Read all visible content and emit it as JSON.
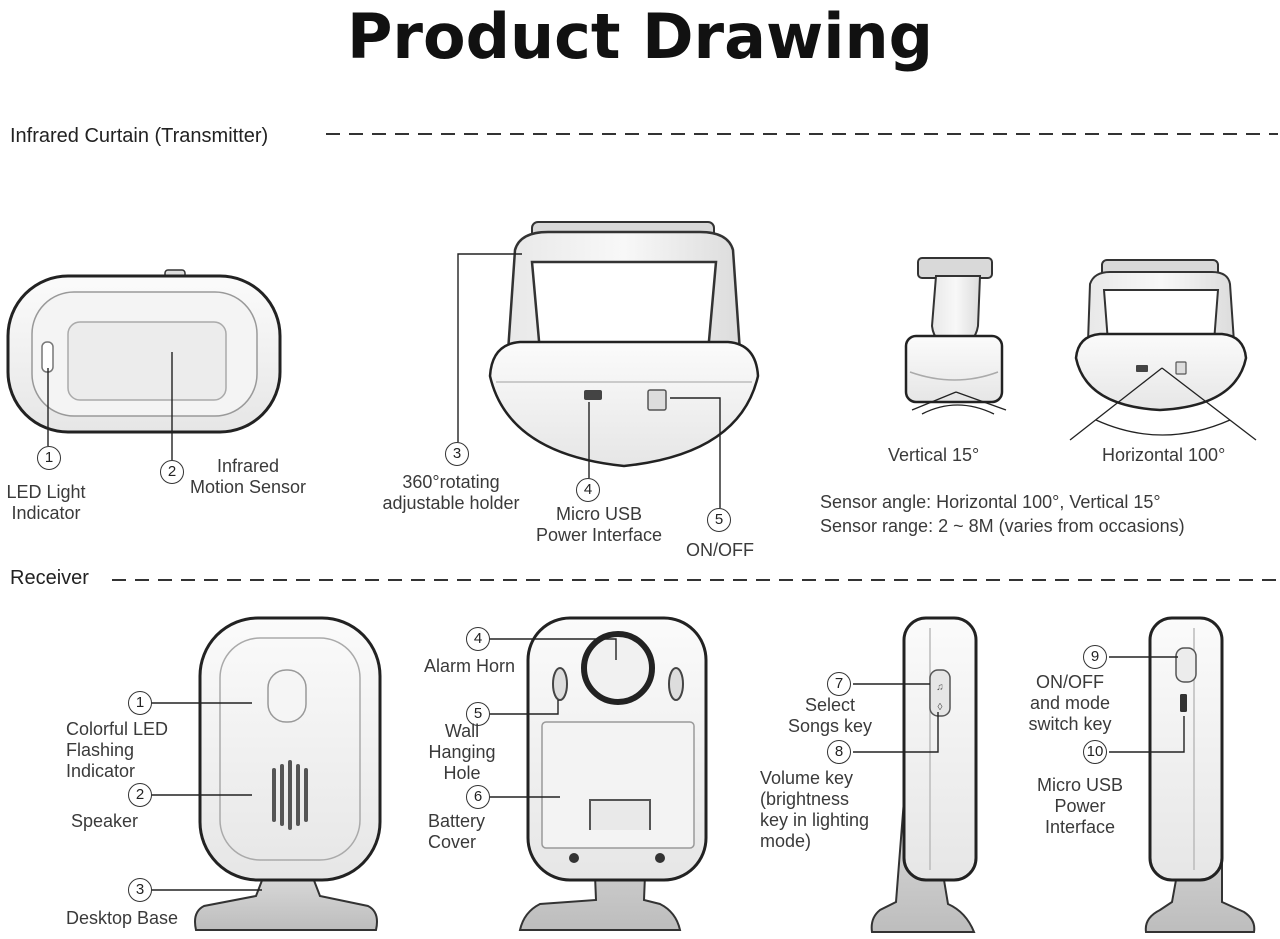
{
  "title": "Product Drawing",
  "sections": {
    "transmitter": "Infrared Curtain (Transmitter)",
    "receiver": "Receiver"
  },
  "transmitter": {
    "callouts": [
      {
        "num": "1",
        "label": "LED Light\nIndicator"
      },
      {
        "num": "2",
        "label": "Infrared\nMotion Sensor"
      },
      {
        "num": "3",
        "label": "360°rotating\nadjustable holder"
      },
      {
        "num": "4",
        "label": "Micro USB\nPower Interface"
      },
      {
        "num": "5",
        "label": "ON/OFF"
      }
    ],
    "angles": {
      "vertical": "Vertical 15°",
      "horizontal": "Horizontal 100°"
    },
    "sensor_angle": "Sensor angle: Horizontal 100°, Vertical 15°",
    "sensor_range": "Sensor range: 2 ~ 8M (varies from occasions)"
  },
  "receiver": {
    "callouts": [
      {
        "num": "1",
        "label": "Colorful LED\nFlashing\nIndicator"
      },
      {
        "num": "2",
        "label": "Speaker"
      },
      {
        "num": "3",
        "label": "Desktop Base"
      },
      {
        "num": "4",
        "label": "Alarm Horn"
      },
      {
        "num": "5",
        "label": "Wall\nHanging\nHole"
      },
      {
        "num": "6",
        "label": "Battery\nCover"
      },
      {
        "num": "7",
        "label": "Select\nSongs key"
      },
      {
        "num": "8",
        "label": "Volume key\n(brightness\nkey in lighting\nmode)"
      },
      {
        "num": "9",
        "label": "ON/OFF\nand mode\nswitch key"
      },
      {
        "num": "10",
        "label": "Micro USB\nPower\nInterface"
      }
    ]
  }
}
